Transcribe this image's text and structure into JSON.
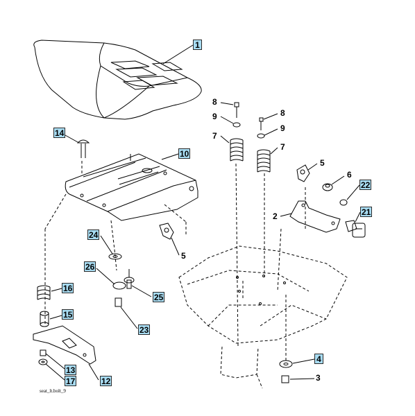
{
  "diagram": {
    "caption": "seat_lt.bolt_9",
    "callouts": {
      "c1": "1",
      "c10": "10",
      "c14": "14",
      "c24": "24",
      "c26": "26",
      "c25": "25",
      "c16": "16",
      "c15": "15",
      "c23": "23",
      "c13": "13",
      "c17": "17",
      "c12": "12",
      "c5b": "5",
      "c8a": "8",
      "c9a": "9",
      "c7a": "7",
      "c8b": "8",
      "c9b": "9",
      "c7b": "7",
      "c5a": "5",
      "c6": "6",
      "c22": "22",
      "c21": "21",
      "c2": "2",
      "c4": "4",
      "c3": "3"
    },
    "colors": {
      "callout_fill": "#a8dcf2",
      "line": "#000000"
    }
  }
}
